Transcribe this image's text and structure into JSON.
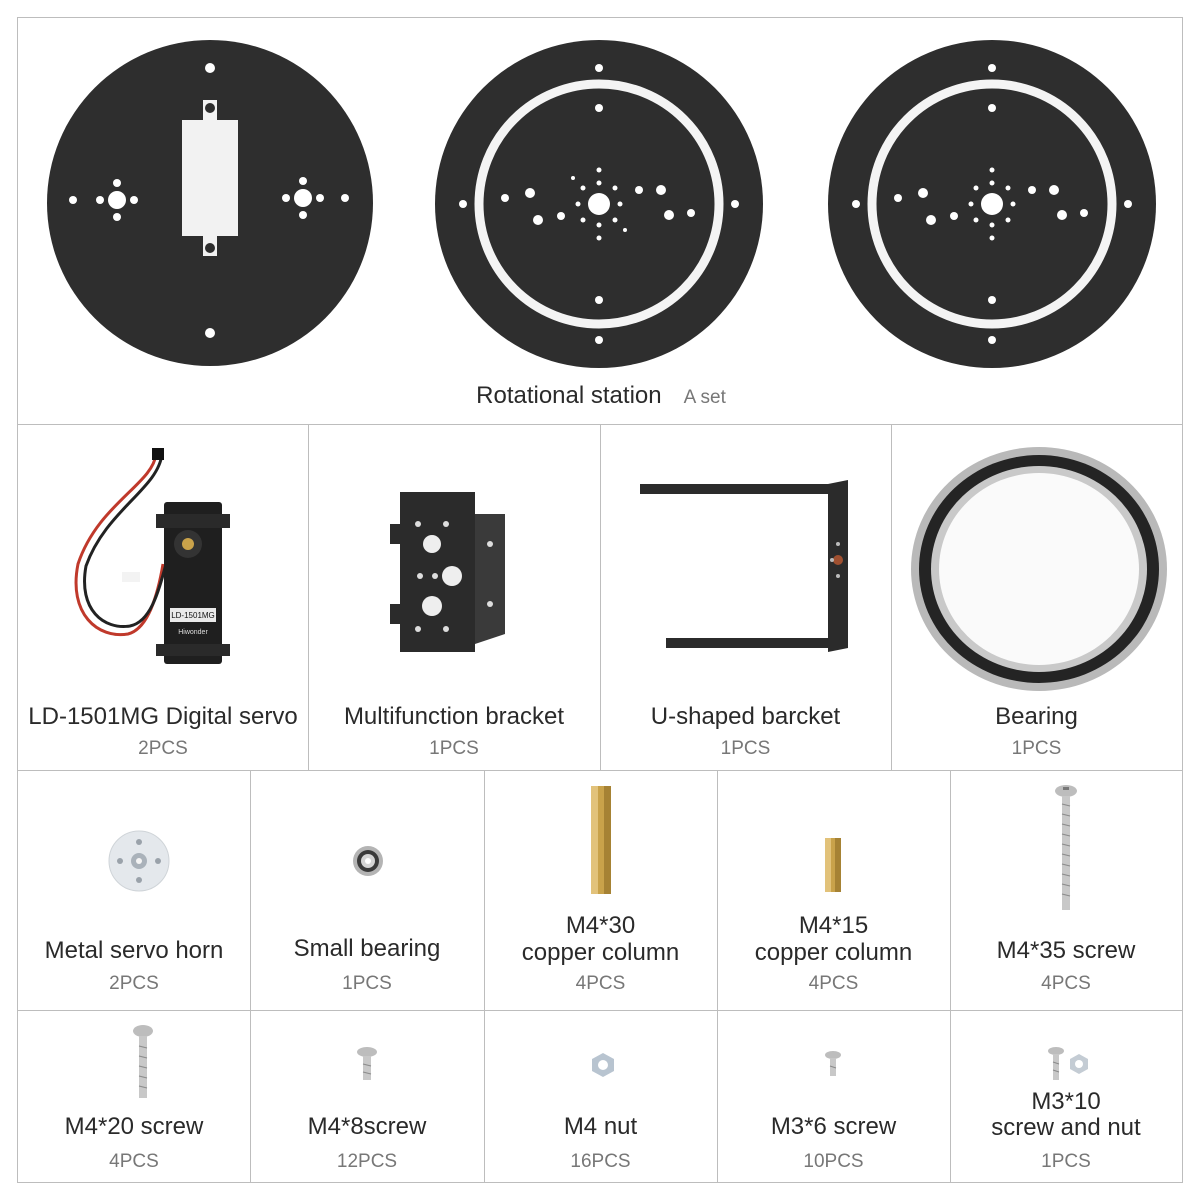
{
  "station": {
    "title": "Rotational station",
    "subtitle": "A set"
  },
  "row2": [
    {
      "name": "LD-1501MG Digital servo",
      "qty": "2PCS",
      "servo_label": "LD-1501MG",
      "brand": "Hiwonder"
    },
    {
      "name": "Multifunction bracket",
      "qty": "1PCS"
    },
    {
      "name": "U-shaped barcket",
      "qty": "1PCS"
    },
    {
      "name": "Bearing",
      "qty": "1PCS"
    }
  ],
  "row3": [
    {
      "name": "Metal servo horn",
      "qty": "2PCS"
    },
    {
      "name": "Small bearing",
      "qty": "1PCS"
    },
    {
      "name1": "M4*30",
      "name2": "copper column",
      "qty": "4PCS"
    },
    {
      "name1": "M4*15",
      "name2": "copper column",
      "qty": "4PCS"
    },
    {
      "name": "M4*35 screw",
      "qty": "4PCS"
    }
  ],
  "row4": [
    {
      "name": "M4*20 screw",
      "qty": "4PCS"
    },
    {
      "name": "M4*8screw",
      "qty": "12PCS"
    },
    {
      "name": "M4 nut",
      "qty": "16PCS"
    },
    {
      "name": "M3*6 screw",
      "qty": "10PCS"
    },
    {
      "name1": "M3*10",
      "name2": "screw and nut",
      "qty": "1PCS"
    }
  ],
  "colors": {
    "plate": "#2e2e2e",
    "brass": "#c9a24a",
    "steel": "#c8c8c8",
    "border": "#bdbdbd"
  }
}
